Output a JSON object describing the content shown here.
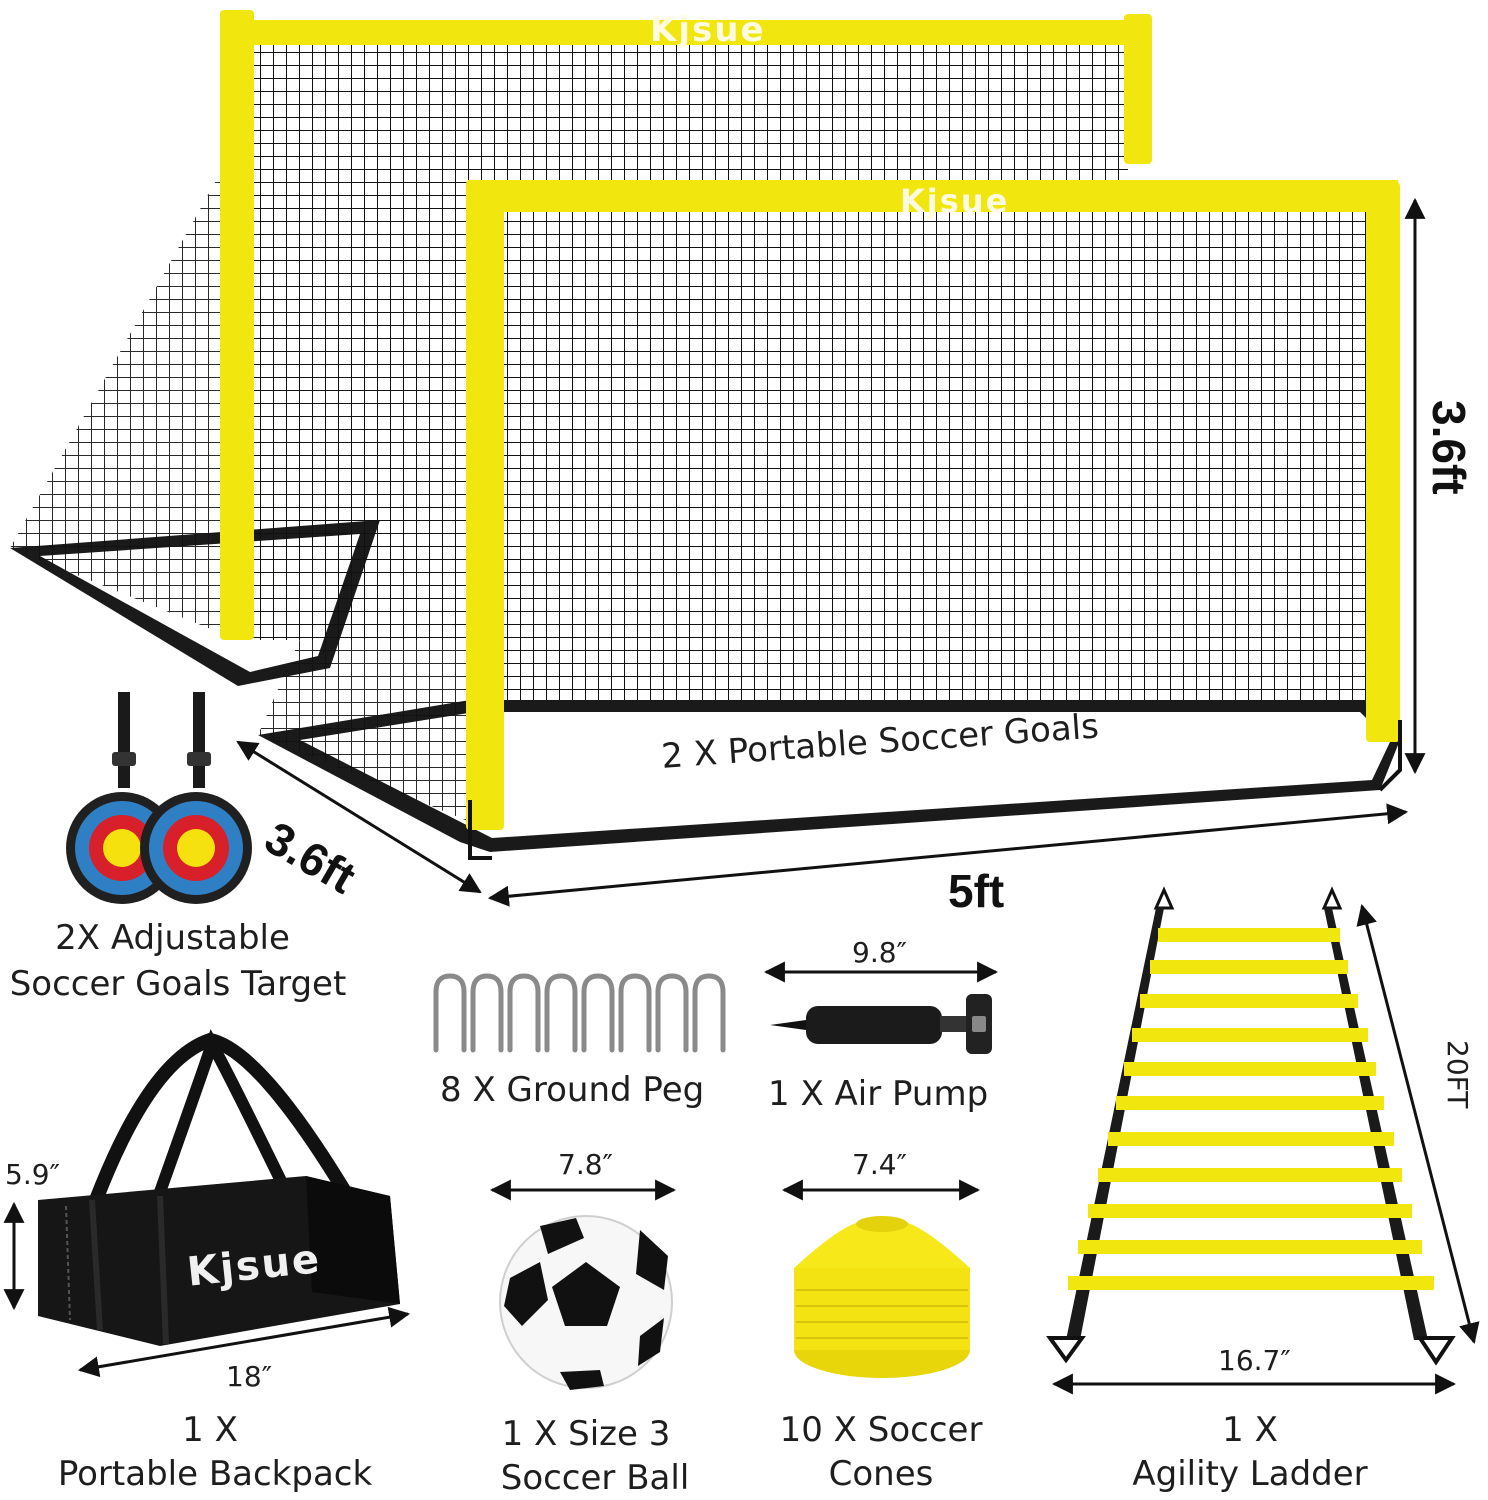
{
  "brand": {
    "name": "Kjsue",
    "accent": "#f2e60f",
    "frame_dark": "#1a1a1a"
  },
  "goals": {
    "label": "2 X Portable Soccer Goals",
    "height": "3.6ft",
    "depth": "3.6ft",
    "width": "5ft"
  },
  "target": {
    "label_line1": "2X Adjustable",
    "label_line2": "Soccer Goals Target"
  },
  "pegs": {
    "label": "8 X Ground Peg"
  },
  "pump": {
    "label": "1 X Air Pump",
    "length": "9.8″"
  },
  "backpack": {
    "label_line1": "1 X",
    "label_line2": "Portable Backpack",
    "height": "5.9″",
    "length": "18″"
  },
  "ball": {
    "label_line1": "1 X Size 3",
    "label_line2": "Soccer Ball",
    "diameter": "7.8″"
  },
  "cones": {
    "label_line1": "10 X Soccer",
    "label_line2": "Cones",
    "diameter": "7.4″"
  },
  "ladder": {
    "label_line1": "1 X",
    "label_line2": "Agility Ladder",
    "length": "20FT",
    "width": "16.7″"
  }
}
